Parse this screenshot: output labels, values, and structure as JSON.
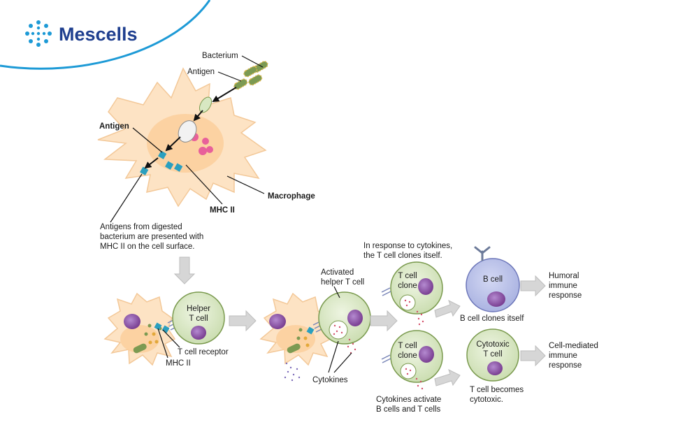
{
  "brand": {
    "name": "Mescells",
    "color": "#1f3f8f",
    "accent": "#1d9ad6"
  },
  "labels": {
    "bacterium": "Bacterium",
    "antigen_top": "Antigen",
    "antigen_bold": "Antigen",
    "mhc2_bold": "MHC II",
    "macrophage": "Macrophage",
    "presented": [
      "Antigens from digested",
      "bacterium are presented with",
      "MHC II on the cell surface."
    ],
    "helper_t": [
      "Helper",
      "T cell"
    ],
    "t_cell_receptor": "T cell receptor",
    "mhc2": "MHC II",
    "activated": [
      "Activated",
      "helper T cell"
    ],
    "cytokines": "Cytokines",
    "clones_itself": [
      "In response to cytokines,",
      "the T cell clones itself."
    ],
    "t_clone_1": [
      "T cell",
      "clone"
    ],
    "t_clone_2": [
      "T cell",
      "clone"
    ],
    "b_cell": "B cell",
    "b_clones": "B cell clones itself",
    "humoral": [
      "Humoral",
      "immune",
      "response"
    ],
    "cytotoxic": [
      "Cytotoxic",
      "T cell"
    ],
    "cell_mediated": [
      "Cell-mediated",
      "immune",
      "response"
    ],
    "cytokines_activate": [
      "Cytokines activate",
      "B cells and T cells"
    ],
    "becomes_cytotoxic": [
      "T cell becomes",
      "cytotoxic."
    ]
  },
  "colors": {
    "macrophage": "#fde3c4",
    "macrophage_core": "#fbcf9c",
    "tcell": "#d8e8c2",
    "tcell_stroke": "#7a9a4e",
    "bcell": "#b7bfe6",
    "bcell_stroke": "#6a74b8",
    "nucleus": "#8a4e9e",
    "bacterium": "#7c9a52",
    "mhc": "#2a9fbf",
    "arrow": "#d6d6d6",
    "cytokine": "#d4506a"
  }
}
